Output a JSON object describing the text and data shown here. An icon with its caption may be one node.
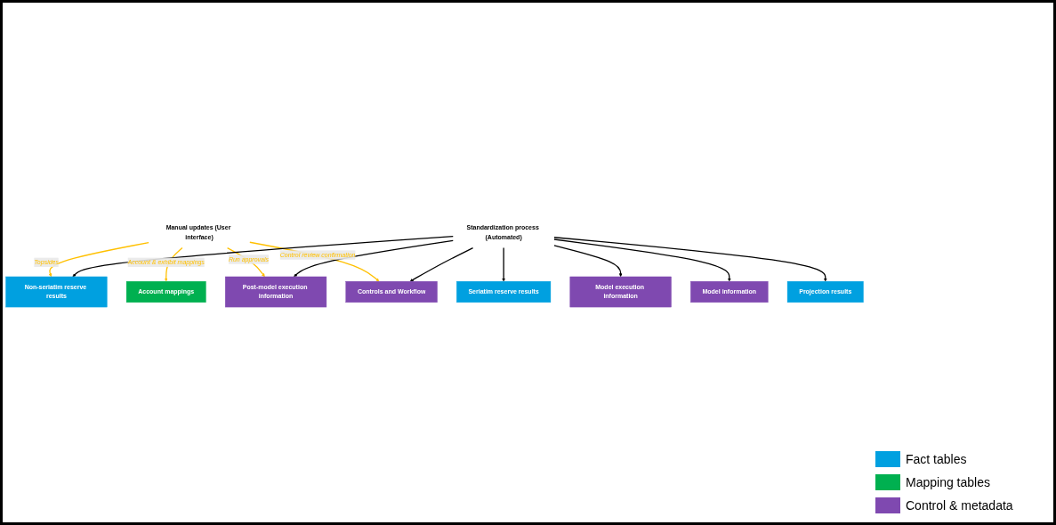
{
  "diagram": {
    "nodes": [
      {
        "text": [
          "Manual updates (User interface)"
        ]
      },
      {
        "text": [
          "Non-seriatim reserve results"
        ]
      },
      {
        "text": [
          "Account mappings"
        ]
      },
      {
        "text": [
          "Post-model execution information"
        ]
      },
      {
        "text": [
          "Controls and Workflow"
        ]
      },
      {
        "text": [
          "Standardization process (Automated)"
        ]
      },
      {
        "text": [
          "Seriatim reserve results"
        ]
      },
      {
        "text": [
          "Model execution information"
        ]
      },
      {
        "text": [
          "Model information"
        ]
      },
      {
        "text": [
          "Projection results"
        ]
      }
    ],
    "edges": [
      {
        "from": 0,
        "to": 1,
        "arrow": "to",
        "label": "Topsides",
        "color": "#ffc000"
      },
      {
        "from": 0,
        "to": 2,
        "arrow": "to",
        "label": "Account & exhibit mappings",
        "color": "#ffc000"
      },
      {
        "from": 0,
        "to": 3,
        "arrow": "to",
        "label": "Run approvals",
        "color": "#ffc000"
      },
      {
        "from": 0,
        "to": 4,
        "arrow": "to",
        "label": "Control review confirmation",
        "color": "#ffc000"
      },
      {
        "from": 5,
        "to": 1,
        "arrow": "to"
      },
      {
        "from": 5,
        "to": 6,
        "arrow": "to"
      },
      {
        "from": 5,
        "to": 7,
        "arrow": "to"
      },
      {
        "from": 5,
        "to": 3,
        "arrow": "to"
      },
      {
        "from": 5,
        "to": 8,
        "arrow": "to"
      },
      {
        "from": 5,
        "to": 4,
        "arrow": "to"
      },
      {
        "from": 5,
        "to": 9,
        "arrow": "to"
      }
    ],
    "legend": [
      {
        "text": "Fact tables",
        "color": "#00a0e0"
      },
      {
        "text": "Mapping tables",
        "color": "#00b050"
      },
      {
        "text": "Control & metadata",
        "color": "#7f49b0"
      }
    ]
  }
}
